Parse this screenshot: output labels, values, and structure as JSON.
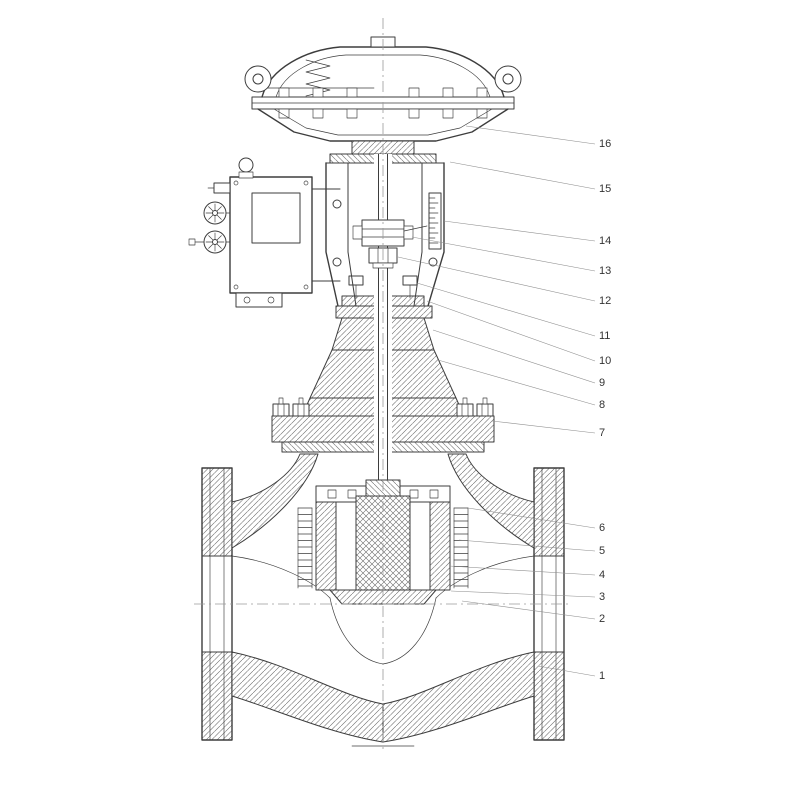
{
  "page": {
    "background_color": "#ffffff",
    "line_color": "#3d3d3d",
    "hatch_color": "#666666",
    "leader_color": "#8f8f8f",
    "callout_text_color": "#333333"
  },
  "callouts": [
    {
      "label": "16"
    },
    {
      "label": "15"
    },
    {
      "label": "14"
    },
    {
      "label": "13"
    },
    {
      "label": "12"
    },
    {
      "label": "11"
    },
    {
      "label": "10"
    },
    {
      "label": "9"
    },
    {
      "label": "8"
    },
    {
      "label": "7"
    },
    {
      "label": "6"
    },
    {
      "label": "5"
    },
    {
      "label": "4"
    },
    {
      "label": "3"
    },
    {
      "label": "2"
    },
    {
      "label": "1"
    }
  ]
}
